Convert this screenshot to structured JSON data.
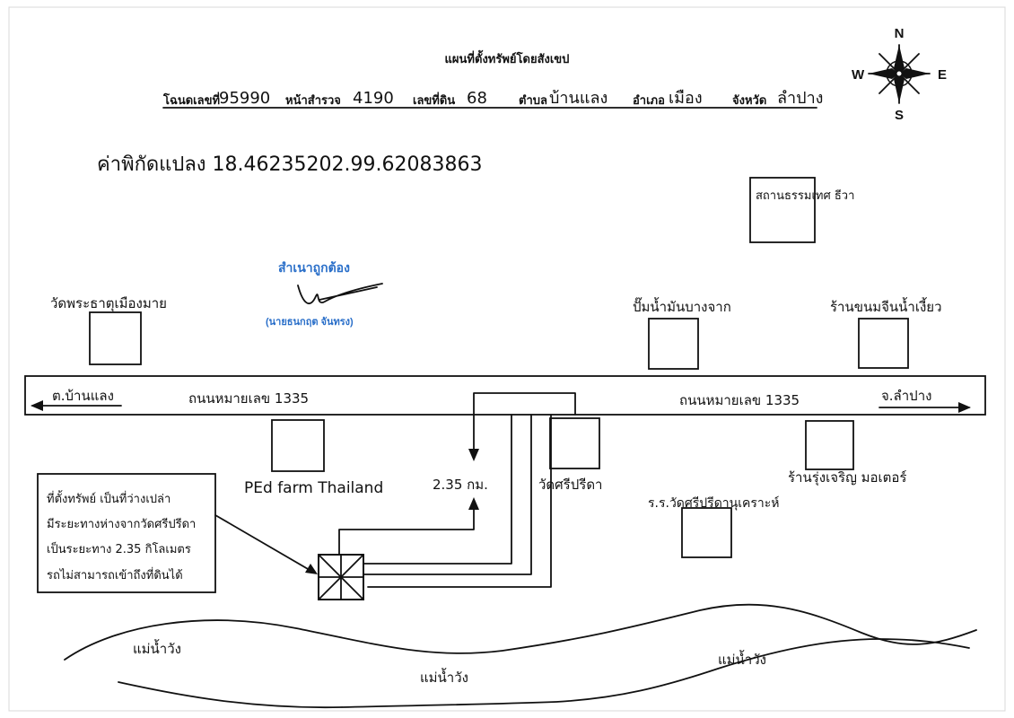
{
  "title": "แผนที่ตั้งทรัพย์โดยสังเขป",
  "deed": {
    "deed_label": "โฉนดเลขที่",
    "deed_value": "95990",
    "survey_label": "หน้าสำรวจ",
    "survey_value": "4190",
    "land_label": "เลขที่ดิน",
    "land_value": "68",
    "subdistrict_label": "ตำบล",
    "subdistrict_value": "บ้านแลง",
    "district_label": "อำเภอ",
    "district_value": "เมือง",
    "province_label": "จังหวัด",
    "province_value": "ลำปาง"
  },
  "coordinates": "ค่าพิกัดแปลง 18.46235202.99.62083863",
  "compass": {
    "n": "N",
    "s": "S",
    "e": "E",
    "w": "W"
  },
  "stamp": {
    "text": "สำเนาถูกต้อง",
    "name": "(นายธนกฤต จันทรง)"
  },
  "landmarks": {
    "temple_top_left": "วัดพระธาตุเมืองมาย",
    "gas_station": "ปั๊มน้ำมันบางจาก",
    "noodle_shop": "ร้านขนมจีนน้ำเงี้ยว",
    "sports_field": "สถานธรรมเทศ ธีวา",
    "pet_farm": "PEd farm Thailand",
    "temple_sri": "วัดศรีปรีดา",
    "school": "ร.ร.วัดศรีปรีดานุเคราะห์",
    "motor_shop": "ร้านรุ่งเจริญ มอเตอร์"
  },
  "road": {
    "left_dir": "ต.บ้านแลง",
    "right_dir": "จ.ลำปาง",
    "label_left": "ถนนหมายเลข 1335",
    "label_right": "ถนนหมายเลข 1335"
  },
  "distance": "2.35 กม.",
  "note": [
    "ที่ตั้งทรัพย์ เป็นที่ว่างเปล่า",
    "มีระยะทางห่างจากวัดศรีปรีดา",
    "เป็นระยะทาง 2.35 กิโลเมตร",
    "รถไม่สามารถเข้าถึงที่ดินได้"
  ],
  "river": {
    "label_left": "แม่น้ำวัง",
    "label_mid": "แม่น้ำวัง",
    "label_right": "แม่น้ำวัง"
  }
}
